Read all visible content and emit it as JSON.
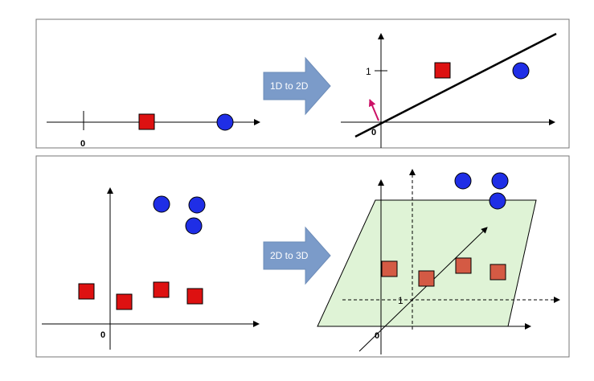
{
  "top_panel": {
    "arrow_label": "1D to 2D",
    "left_axis_zero": "0",
    "right_axis_zero": "0",
    "right_axis_one": "1"
  },
  "bottom_panel": {
    "arrow_label": "2D to 3D",
    "left_axis_zero": "0",
    "right_axis_zero": "0",
    "right_axis_one": "1"
  },
  "colors": {
    "square_fill": "#dd1111",
    "square_fill_faded": "#d45a44",
    "circle_fill": "#1f2ee6",
    "arrow_fill": "#7b9bc9",
    "plane_fill": "#dff3d6",
    "normal_vector": "#cc1166"
  }
}
